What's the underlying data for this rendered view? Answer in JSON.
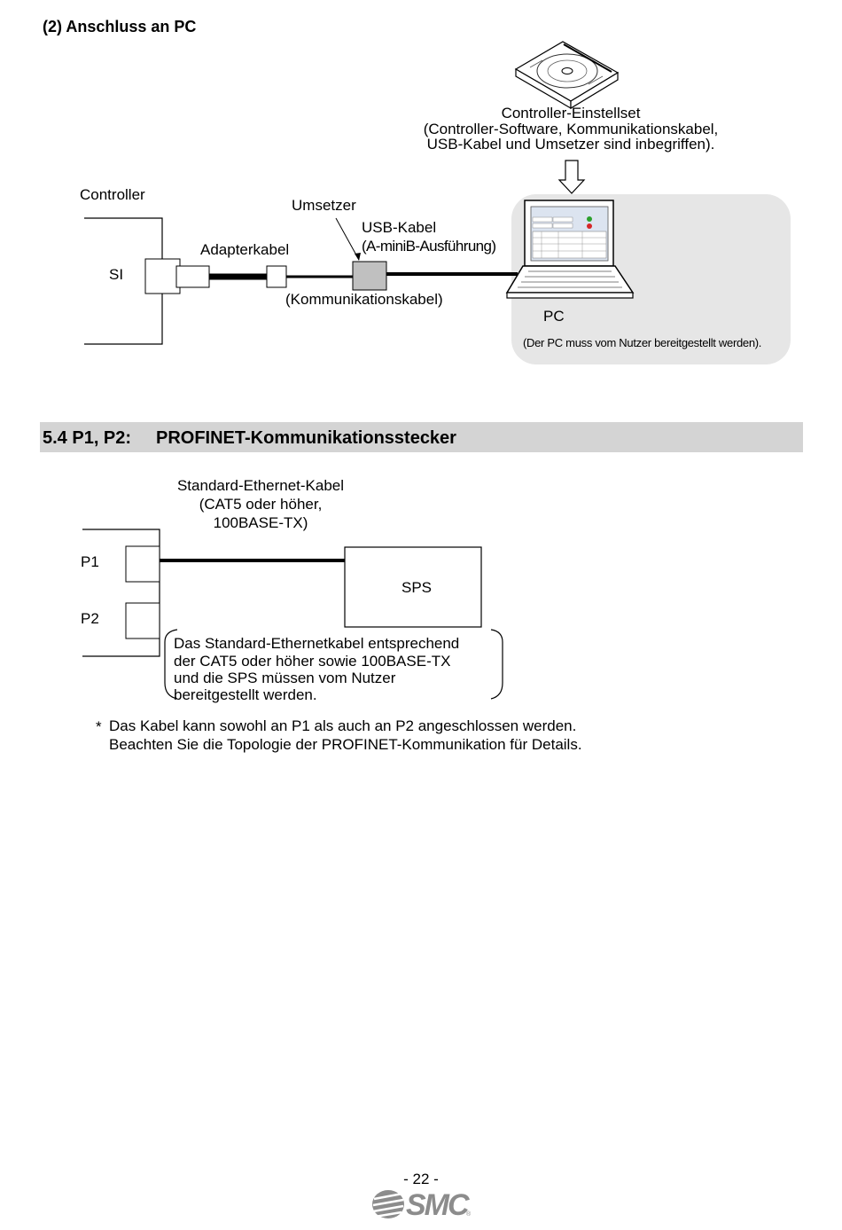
{
  "heading": "(2) Anschluss an PC",
  "diagram1": {
    "controller_set": [
      "Controller-Einstellset",
      "(Controller-Software, Kommunikationskabel,",
      "USB-Kabel und Umsetzer sind inbegriffen)."
    ],
    "controller_label": "Controller",
    "si_label": "SI",
    "adapter_cable_label": "Adapterkabel",
    "converter_label": "Umsetzer",
    "usb_cable_label": [
      "USB-Kabel",
      "(A-miniB-Ausführung)"
    ],
    "comm_cable_label": "(Kommunikationskabel)",
    "pc_label": "PC",
    "pc_note": "(Der PC muss vom Nutzer bereitgestellt werden)."
  },
  "section": {
    "number": "5.4 P1, P2:",
    "title": "PROFINET-Kommunikationsstecker"
  },
  "diagram2": {
    "cable_label": [
      "Standard-Ethernet-Kabel",
      "(CAT5 oder höher,",
      "100BASE-TX)"
    ],
    "p1_label": "P1",
    "p2_label": "P2",
    "sps_label": "SPS",
    "bracket_note": [
      "Das Standard-Ethernetkabel entsprechend",
      "der CAT5 oder höher sowie 100BASE-TX",
      "und die SPS müssen vom Nutzer",
      "bereitgestellt werden."
    ]
  },
  "note": {
    "marker": "*",
    "lines": [
      "Das Kabel kann sowohl an P1 als auch an P2 angeschlossen werden.",
      "Beachten Sie die Topologie der PROFINET-Kommunikation für Details."
    ]
  },
  "footer": {
    "page": "- 22 -",
    "logo": "SMC",
    "logo_mark": "®"
  }
}
